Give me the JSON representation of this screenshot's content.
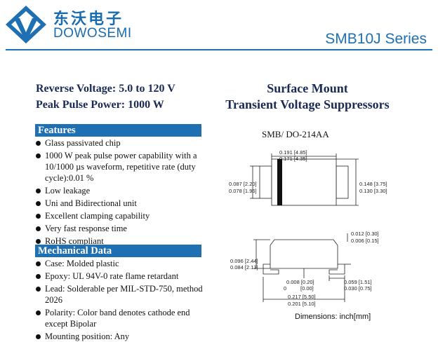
{
  "header": {
    "company_cn": "东沃电子",
    "company_en": "DOWOSEMI",
    "series": "SMB10J Series",
    "brand_color": "#1f6fb3"
  },
  "specs": {
    "reverse_voltage": "Reverse Voltage: 5.0 to 120 V",
    "peak_power": "Peak Pulse Power: 1000 W"
  },
  "title": {
    "line1": "Surface Mount",
    "line2": "Transient Voltage Suppressors"
  },
  "package": "SMB/ DO-214AA",
  "features": {
    "heading": "Features",
    "items": [
      "Glass passivated chip",
      "1000 W peak pulse power capability with a 10/1000 µs waveform, repetitive rate (duty cycle):0.01 %",
      "Low leakage",
      "Uni and Bidirectional unit",
      "Excellent clamping capability",
      "Very fast response time",
      "RoHS compliant"
    ]
  },
  "mechanical": {
    "heading": "Mechanical Data",
    "items": [
      "Case: Molded plastic",
      "Epoxy: UL 94V-0 rate flame retardant",
      "Lead: Solderable per MIL-STD-750, method 2026",
      "Polarity: Color band denotes cathode end except Bipolar",
      "Mounting position: Any"
    ]
  },
  "dimensions": {
    "top_w1": "0.191 [4.85]",
    "top_w2": "0.171 [4.35]",
    "left_h1": "0.087 [2.20]",
    "left_h2": "0.078 [1.96]",
    "right_h1": "0.148 [3.75]",
    "right_h2": "0.130 [3.30]",
    "lead_t1": "0.012 [0.30]",
    "lead_t2": "0.006 [0.15]",
    "side_h1": "0.096 [2.44]",
    "side_h2": "0.084 [2.13]",
    "stand1": "0.008 [0.20]",
    "stand2a": "0",
    "stand2b": "[0.00]",
    "lead_l1": "0.059 [1.51]",
    "lead_l2": "0.030 [0.75]",
    "total_w1": "0.217 [5.50]",
    "total_w2": "0.201 [5.10]",
    "units": "Dimensions: inch[mm]"
  }
}
